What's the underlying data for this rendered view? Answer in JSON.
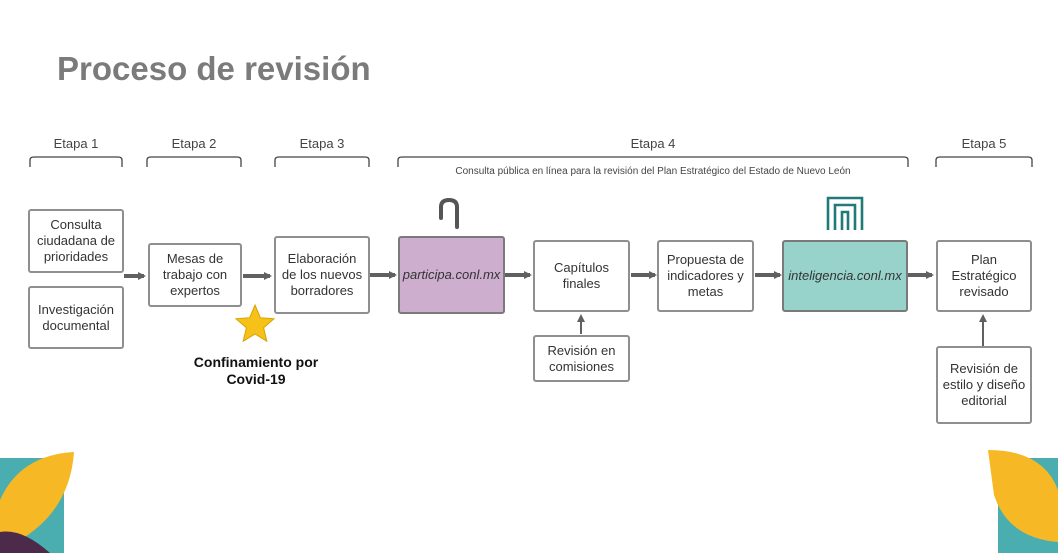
{
  "title": "Proceso de revisión",
  "stages": {
    "etapa1": "Etapa 1",
    "etapa2": "Etapa 2",
    "etapa3": "Etapa 3",
    "etapa4": "Etapa 4",
    "etapa4_subtitle": "Consulta pública en línea para la revisión del Plan Estratégico del Estado de Nuevo León",
    "etapa5": "Etapa 5"
  },
  "boxes": {
    "consulta": "Consulta ciudadana de prioridades",
    "investigacion": "Investigación documental",
    "mesas": "Mesas de trabajo con expertos",
    "elaboracion": "Elaboración de los nuevos borradores",
    "participa": "participa.conl.mx",
    "capitulos": "Capítulos finales",
    "revision_comisiones": "Revisión en comisiones",
    "propuesta": "Propuesta de indicadores y metas",
    "inteligencia": "inteligencia.conl.mx",
    "plan": "Plan Estratégico revisado",
    "revision_estilo": "Revisión de estilo y diseño editorial"
  },
  "note": {
    "line1": "Confinamiento por",
    "line2": "Covid-19"
  },
  "colors": {
    "purple": "#cdaecf",
    "teal": "#97d3ca",
    "star": "#f6c21a",
    "arrow": "#606060",
    "title": "#7b7b7b"
  },
  "icons": [
    "participa-logo-icon",
    "inteligencia-logo-icon",
    "star-icon"
  ]
}
